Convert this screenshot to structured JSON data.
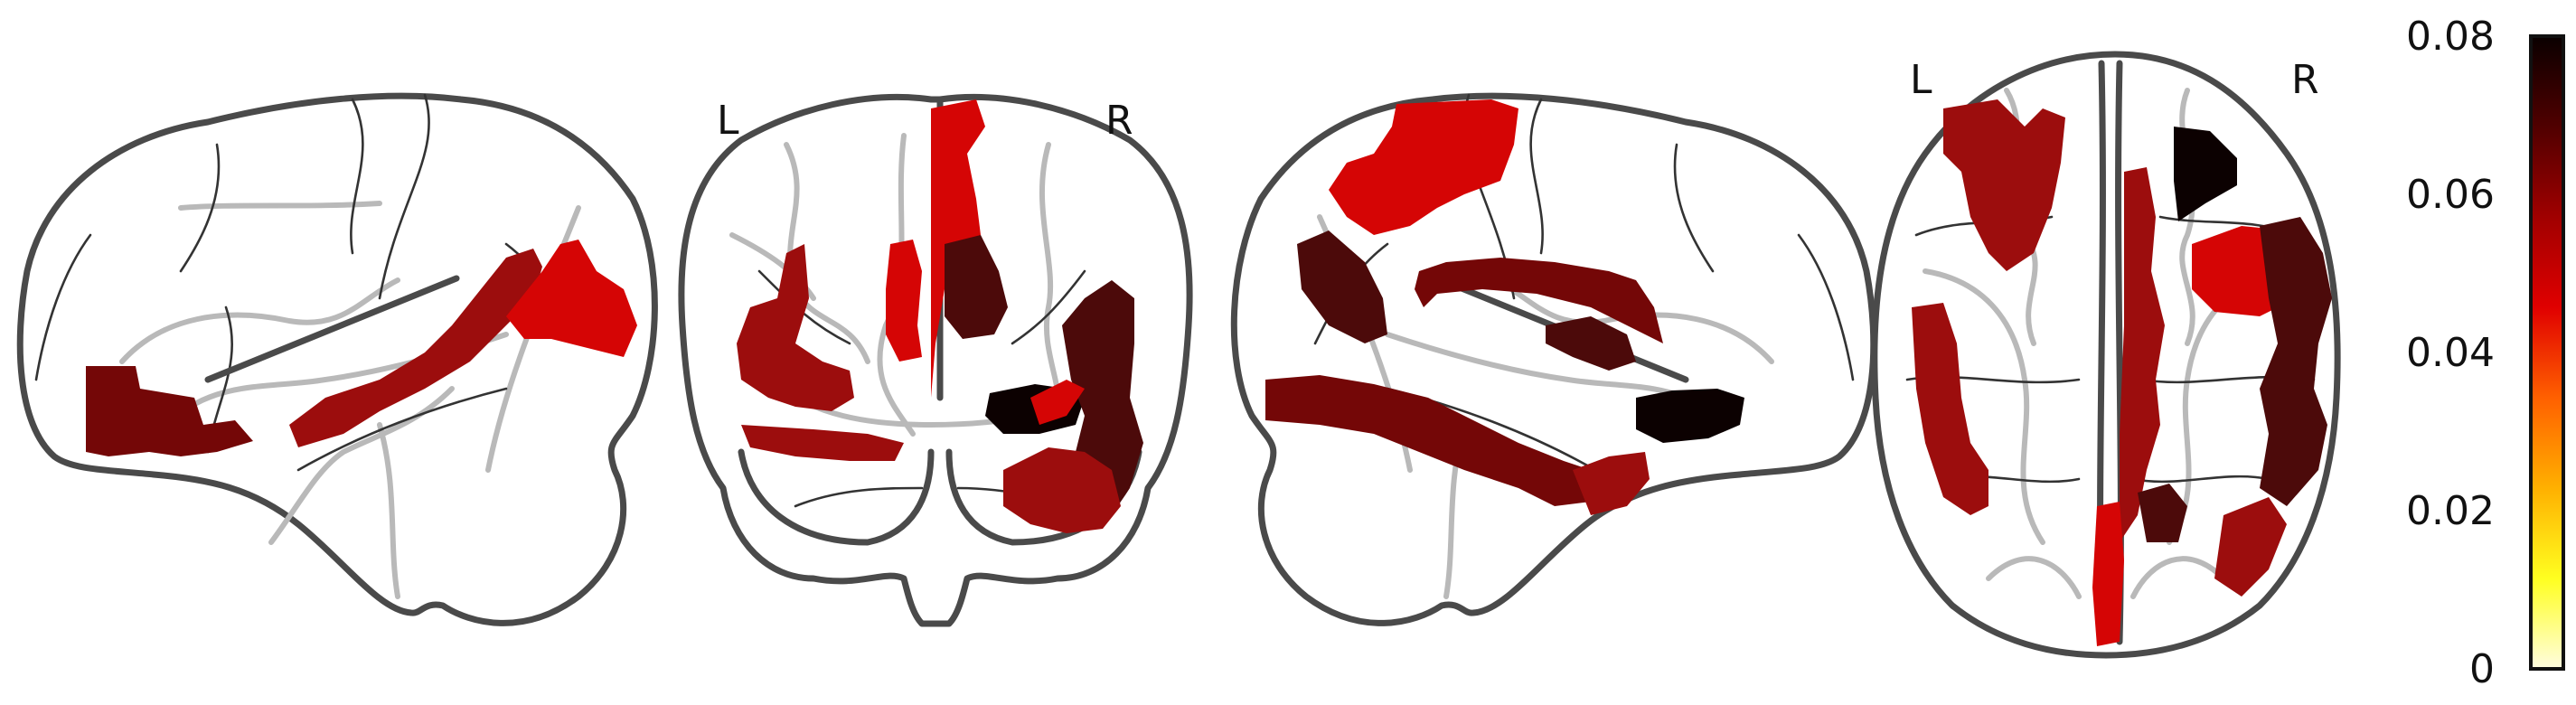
{
  "orientation_labels": {
    "coronal": {
      "left": "L",
      "right": "R"
    },
    "axial": {
      "left": "L",
      "right": "R"
    }
  },
  "colorbar": {
    "colormap": "cold_hot-like (hot)",
    "vmin": 0,
    "vmax": 0.08,
    "ticks": [
      "0.08",
      "0.06",
      "0.04",
      "0.02",
      "0"
    ],
    "stops": [
      "#fffde0",
      "#ffff20",
      "#ffb000",
      "#ff6000",
      "#e00000",
      "#a00000",
      "#500000",
      "#0a0000"
    ]
  },
  "colors": {
    "outline": "#4a4a4a",
    "gyrus": "#b9b9b9",
    "blob_dark": "#0c0101",
    "blob_deep": "#4c0a0a",
    "blob_maroon": "#740707",
    "blob_red_dark": "#9c0d0d",
    "blob_red": "#d50505"
  },
  "views": [
    "sagittal-left",
    "coronal",
    "sagittal-right",
    "axial"
  ]
}
